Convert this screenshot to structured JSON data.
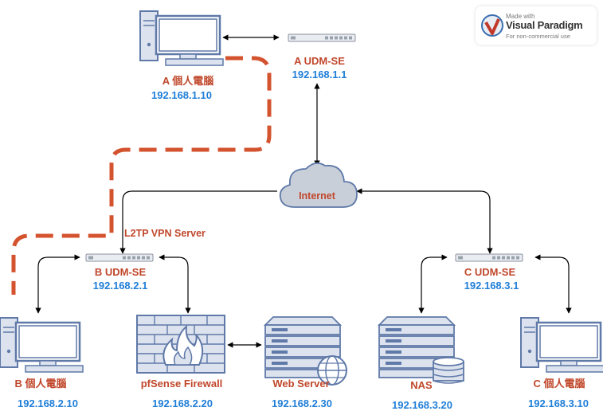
{
  "watermark": {
    "made_with": "Made with",
    "brand": "Visual Paradigm",
    "usage": "For non-commercial use"
  },
  "nodes": {
    "a_pc": {
      "name": "A 個人電腦",
      "ip": "192.168.1.10"
    },
    "a_router": {
      "name": "A UDM-SE",
      "ip": "192.168.1.1"
    },
    "internet": {
      "name": "Internet"
    },
    "b_router": {
      "name": "B UDM-SE",
      "ip": "192.168.2.1"
    },
    "c_router": {
      "name": "C UDM-SE",
      "ip": "192.168.3.1"
    },
    "b_pc": {
      "name": "B 個人電腦",
      "ip": "192.168.2.10"
    },
    "firewall": {
      "name": "pfSense Firewall",
      "ip": "192.168.2.20"
    },
    "web_server": {
      "name": "Web Server",
      "ip": "192.168.2.30"
    },
    "nas": {
      "name": "NAS",
      "ip": "192.168.3.20"
    },
    "c_pc": {
      "name": "C 個人電腦",
      "ip": "192.168.3.10"
    }
  },
  "vpn_label": "L2TP VPN Server",
  "colors": {
    "vpn_tunnel": "#d4532f",
    "device_blue": "#5f79a8",
    "device_fill": "#dde3ee",
    "label_red": "#c0472b",
    "ip_blue": "#1f7ed8"
  }
}
